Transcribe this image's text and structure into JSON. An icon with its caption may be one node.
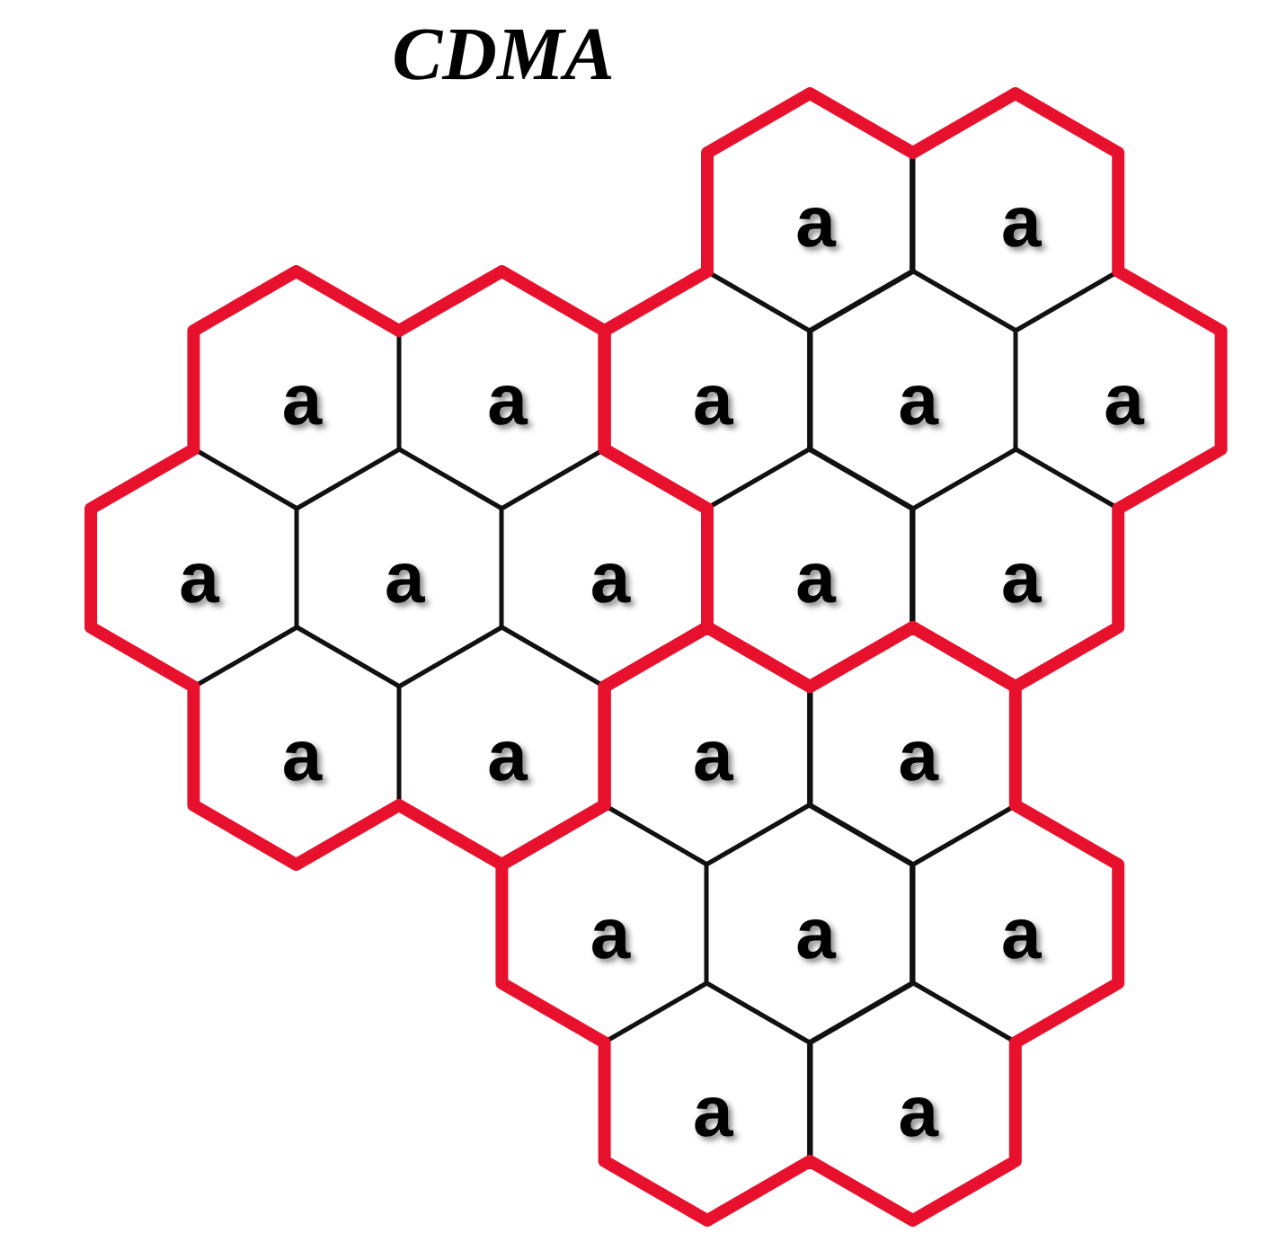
{
  "diagram": {
    "title": "CDMA",
    "nodes": [
      {
        "text": [
          "a"
        ]
      },
      {
        "text": [
          "a"
        ]
      },
      {
        "text": [
          "a"
        ]
      },
      {
        "text": [
          "a"
        ]
      },
      {
        "text": [
          "a"
        ]
      },
      {
        "text": [
          "a"
        ]
      },
      {
        "text": [
          "a"
        ]
      },
      {
        "text": [
          "a"
        ]
      },
      {
        "text": [
          "a"
        ]
      },
      {
        "text": [
          "a"
        ]
      },
      {
        "text": [
          "a"
        ]
      },
      {
        "text": [
          "a"
        ]
      },
      {
        "text": [
          "a"
        ]
      },
      {
        "text": [
          "a"
        ]
      },
      {
        "text": [
          "a"
        ]
      },
      {
        "text": [
          "a"
        ]
      },
      {
        "text": [
          "a"
        ]
      },
      {
        "text": [
          "a"
        ]
      },
      {
        "text": [
          "a"
        ]
      },
      {
        "text": [
          "a"
        ]
      },
      {
        "text": [
          "a"
        ]
      }
    ],
    "edges": []
  }
}
